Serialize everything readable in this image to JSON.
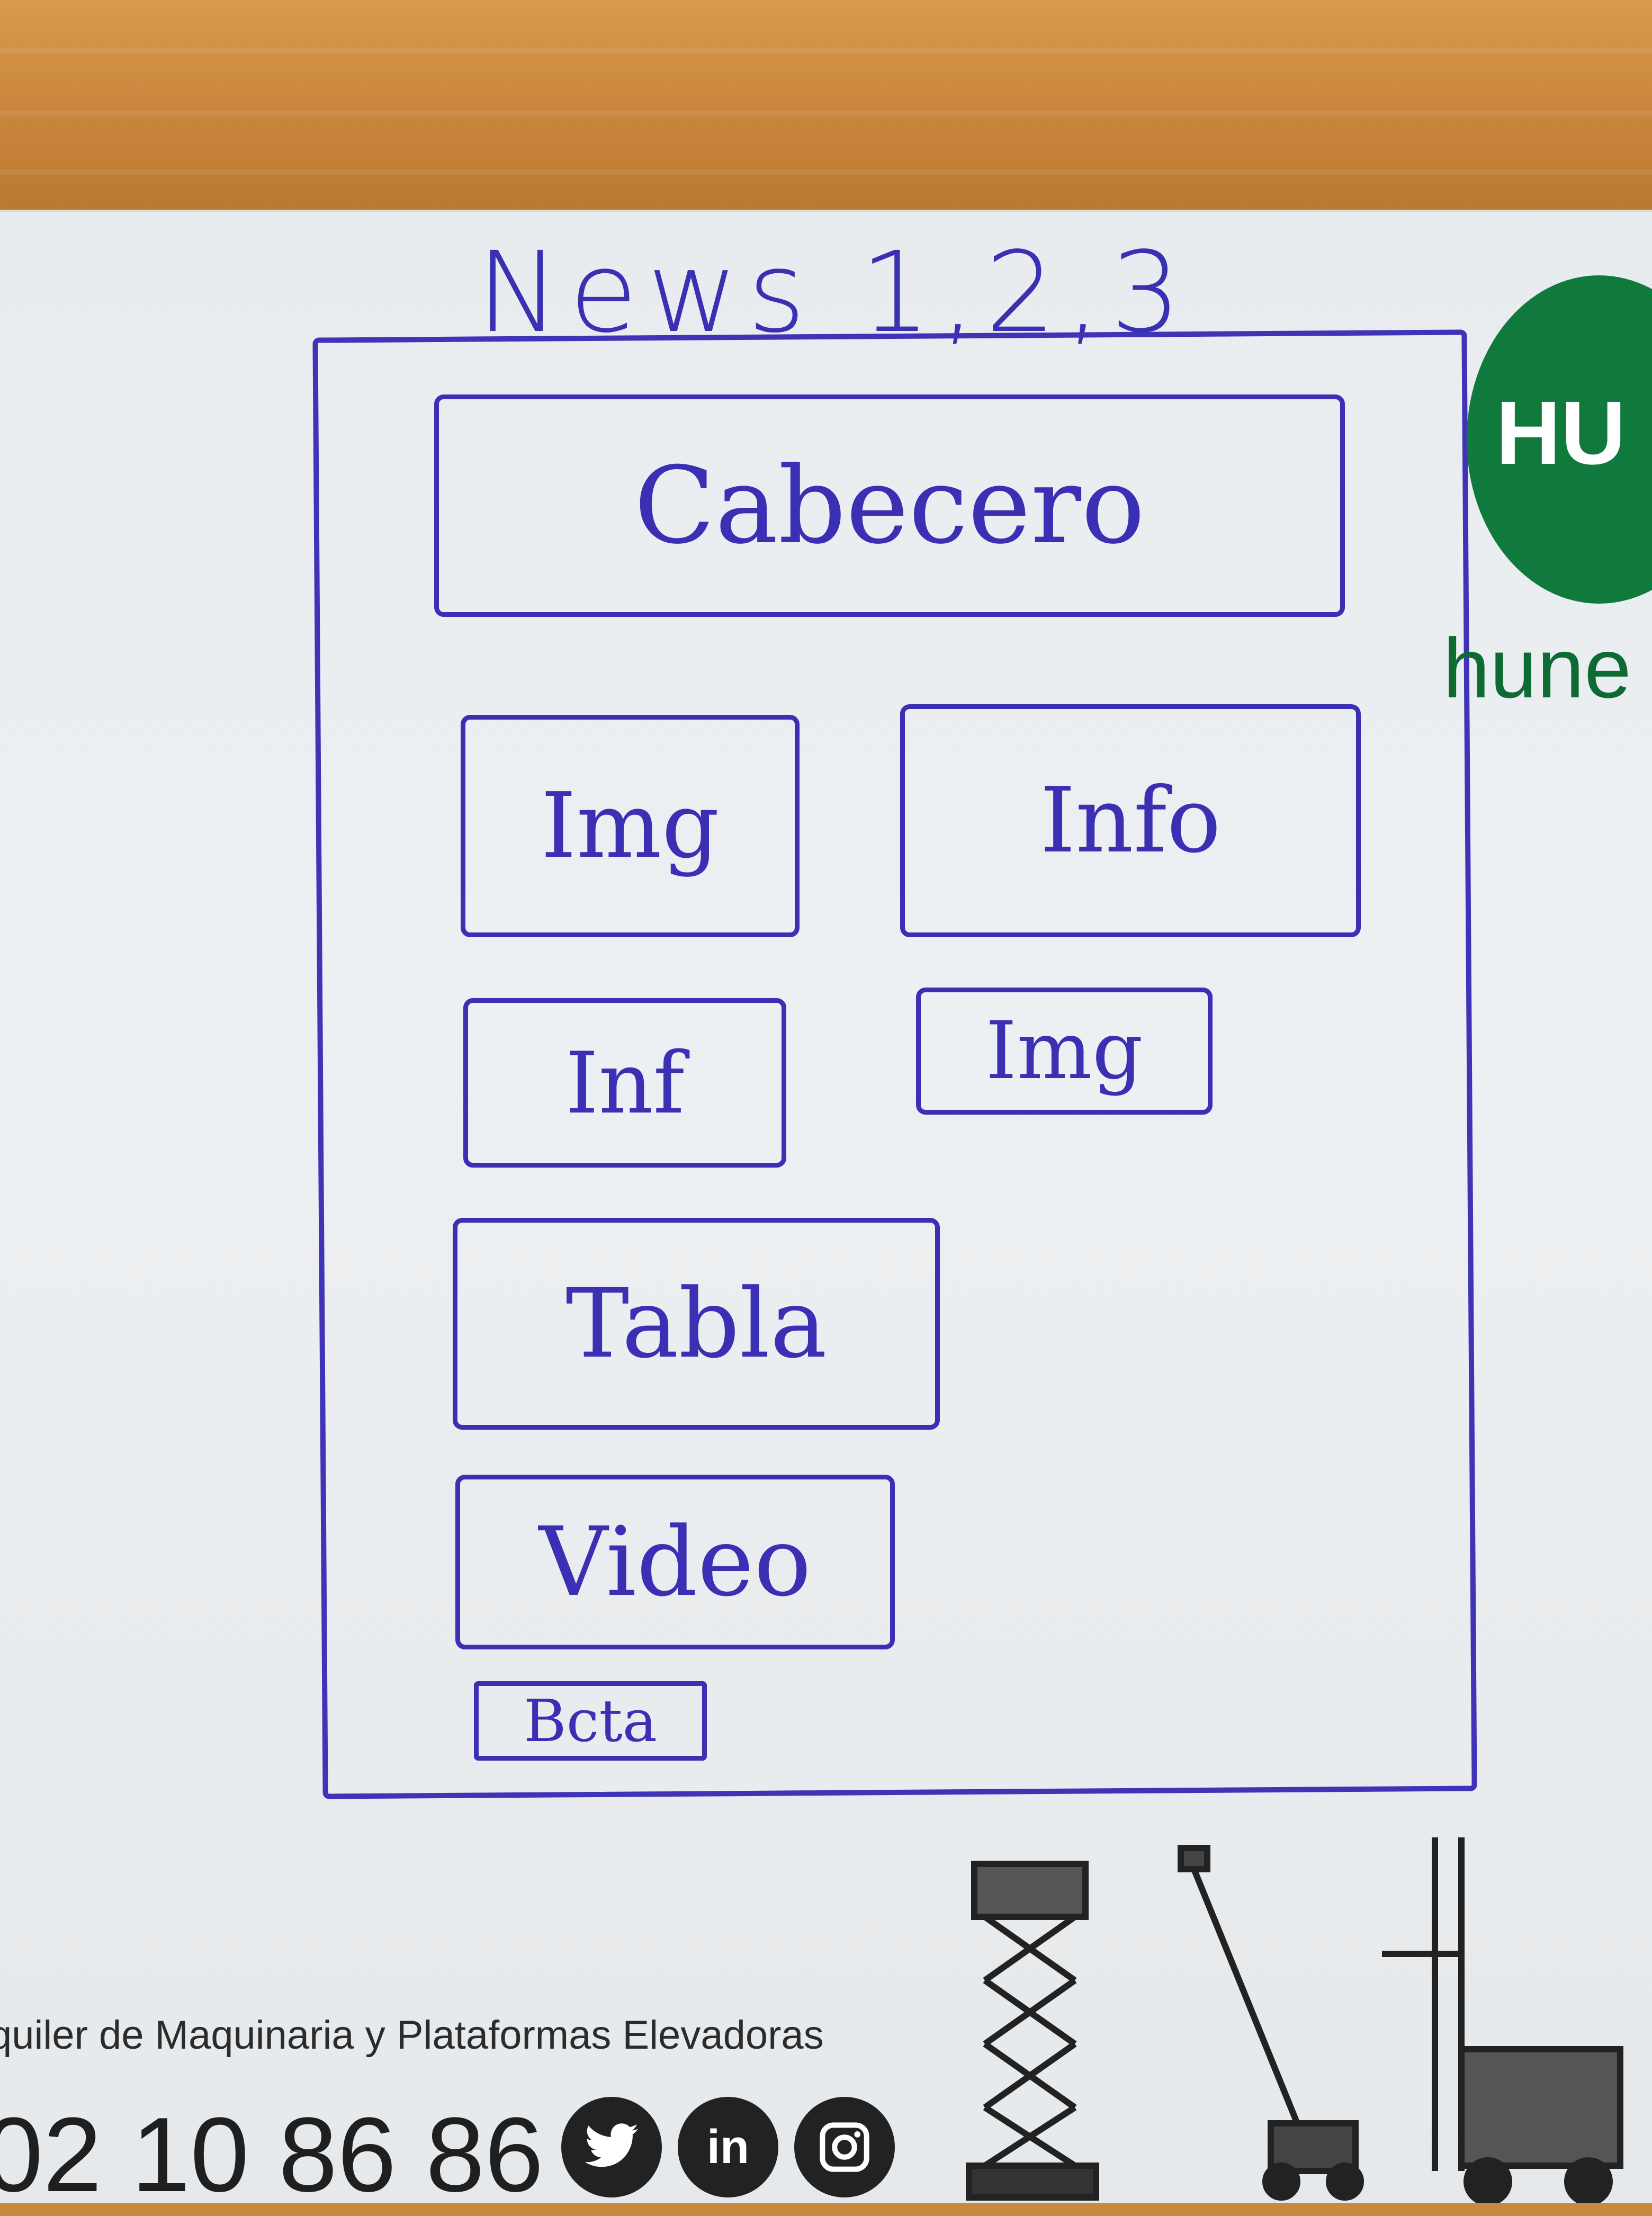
{
  "sketch": {
    "title": "News 1,2,3",
    "boxes": {
      "header": "Cabecero",
      "img_top": "Img",
      "info_top": "Info",
      "info_mid": "Inf",
      "img_mid": "Img",
      "table": "Tabla",
      "video": "Video",
      "bottom": "Bcta"
    }
  },
  "logo": {
    "letters": "HU",
    "word": "hune"
  },
  "footer": {
    "tagline": "quiler de Maquinaria y Plataformas Elevadoras",
    "phone": "02 10 86 86"
  },
  "icons": {
    "twitter": "twitter-icon",
    "linkedin": "linkedin-icon",
    "instagram": "instagram-icon"
  },
  "colors": {
    "ink": "#3b2fb3",
    "brand_green": "#0f7a3c"
  }
}
